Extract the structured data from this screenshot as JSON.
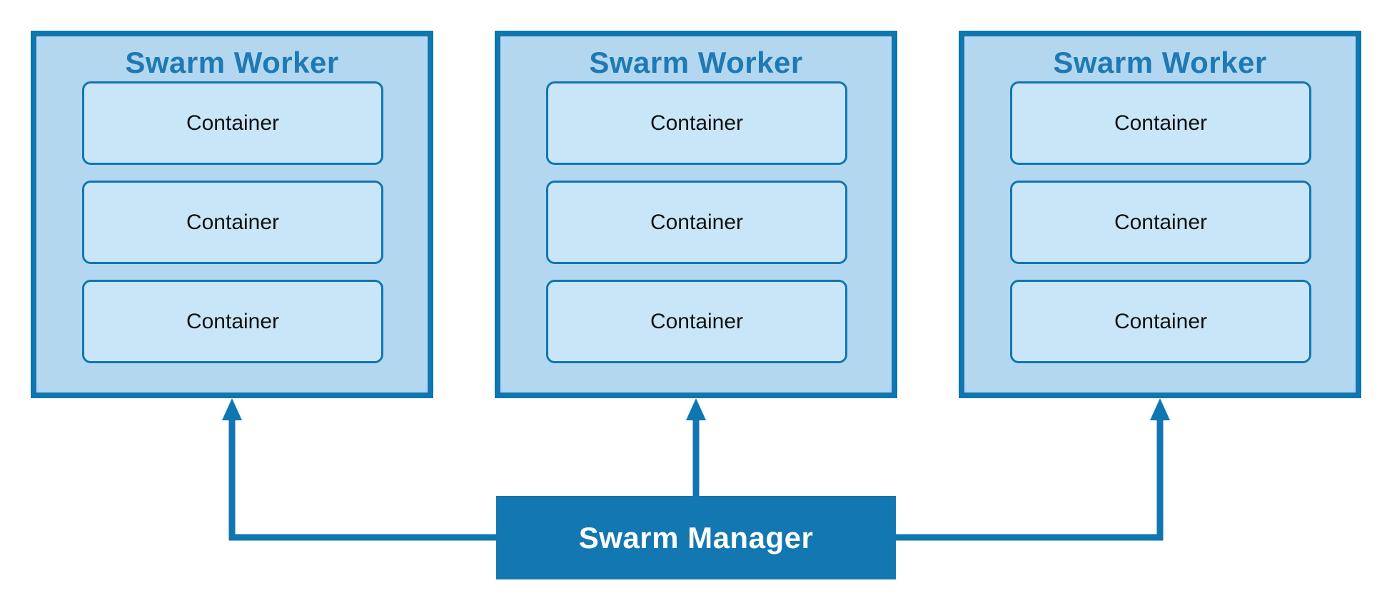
{
  "colors": {
    "accent": "#0f76b2",
    "worker_fill": "#b3d7ee",
    "container_fill": "#c9e5f8",
    "worker_title_color": "#1e7ab5",
    "manager_fill": "#1377b1",
    "manager_text_color": "#ffffff",
    "container_text_color": "#111111",
    "background": "#ffffff"
  },
  "workers": [
    {
      "title": "Swarm Worker",
      "containers": [
        {
          "label": "Container"
        },
        {
          "label": "Container"
        },
        {
          "label": "Container"
        }
      ]
    },
    {
      "title": "Swarm Worker",
      "containers": [
        {
          "label": "Container"
        },
        {
          "label": "Container"
        },
        {
          "label": "Container"
        }
      ]
    },
    {
      "title": "Swarm Worker",
      "containers": [
        {
          "label": "Container"
        },
        {
          "label": "Container"
        },
        {
          "label": "Container"
        }
      ]
    }
  ],
  "manager": {
    "label": "Swarm Manager"
  },
  "connections": [
    {
      "from": "swarm-manager",
      "to": "swarm-worker-1",
      "style": "arrow-up"
    },
    {
      "from": "swarm-manager",
      "to": "swarm-worker-2",
      "style": "arrow-up"
    },
    {
      "from": "swarm-manager",
      "to": "swarm-worker-3",
      "style": "arrow-up"
    }
  ]
}
